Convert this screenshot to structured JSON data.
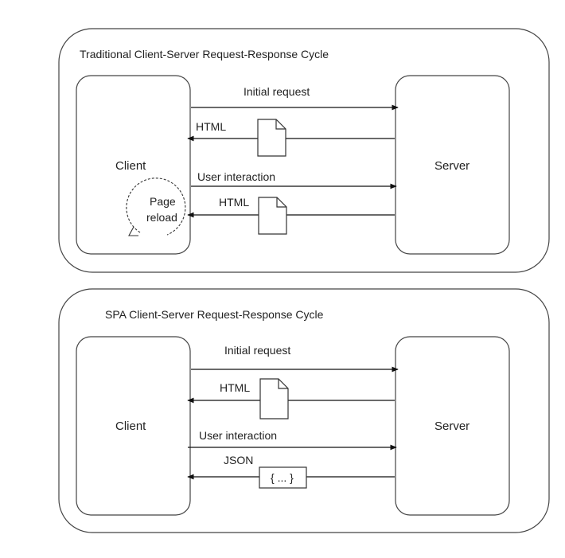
{
  "diagram": {
    "traditional": {
      "title": "Traditional Client-Server Request-Response Cycle",
      "client": "Client",
      "server": "Server",
      "messages": {
        "initial_request": "Initial request",
        "html_1": "HTML",
        "user_interaction": "User interaction",
        "html_2": "HTML"
      },
      "page_reload": {
        "line1": "Page",
        "line2": "reload"
      }
    },
    "spa": {
      "title": "SPA Client-Server Request-Response Cycle",
      "client": "Client",
      "server": "Server",
      "messages": {
        "initial_request": "Initial request",
        "html": "HTML",
        "user_interaction": "User interaction",
        "json": "JSON"
      },
      "json_payload": "{ ... }"
    }
  }
}
